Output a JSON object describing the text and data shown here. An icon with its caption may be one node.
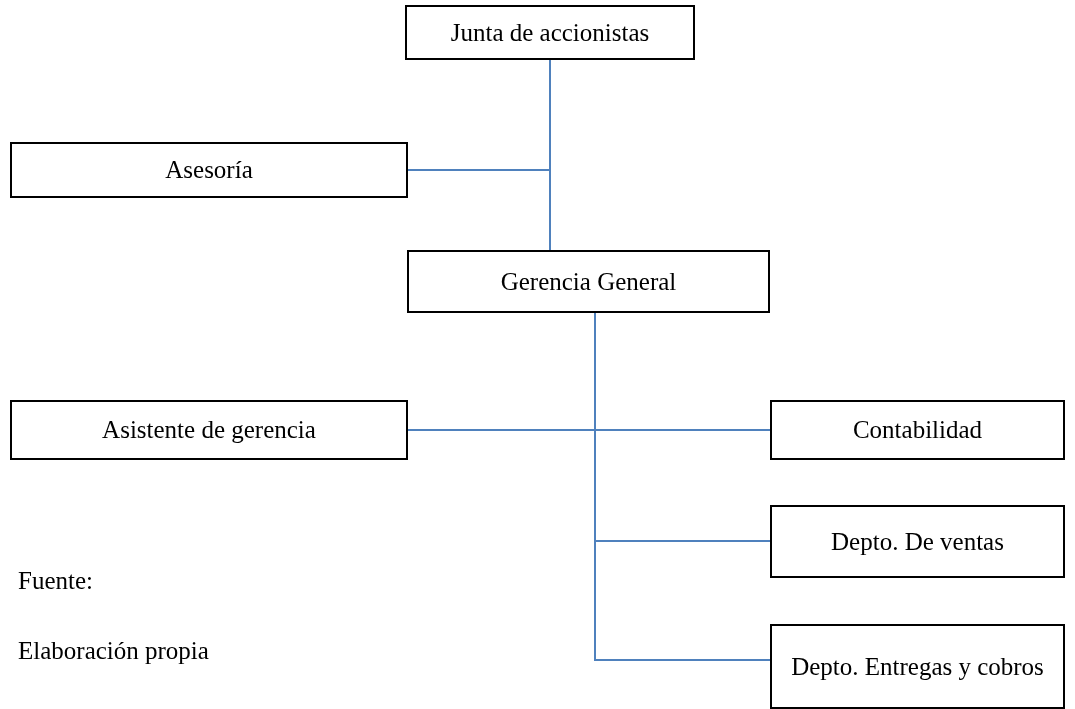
{
  "diagram": {
    "nodes": [
      {
        "text": [
          "Junta de accionistas"
        ]
      },
      {
        "text": [
          "Asesoría"
        ]
      },
      {
        "text": [
          "Gerencia General"
        ]
      },
      {
        "text": [
          "Asistente de gerencia"
        ]
      },
      {
        "text": [
          "Contabilidad"
        ]
      },
      {
        "text": [
          "Depto. De ventas"
        ]
      },
      {
        "text": [
          "Depto. Entregas y cobros"
        ]
      }
    ],
    "edges": [
      {
        "from": 0,
        "to": 2,
        "arrow": "none"
      },
      {
        "from": 1,
        "to": 0,
        "arrow": "none"
      },
      {
        "from": 2,
        "to": 3,
        "arrow": "none"
      },
      {
        "from": 2,
        "to": 4,
        "arrow": "none"
      },
      {
        "from": 2,
        "to": 5,
        "arrow": "none"
      },
      {
        "from": 2,
        "to": 6,
        "arrow": "none"
      }
    ],
    "labels": [
      "Fuente:",
      "Elaboración propia"
    ]
  }
}
